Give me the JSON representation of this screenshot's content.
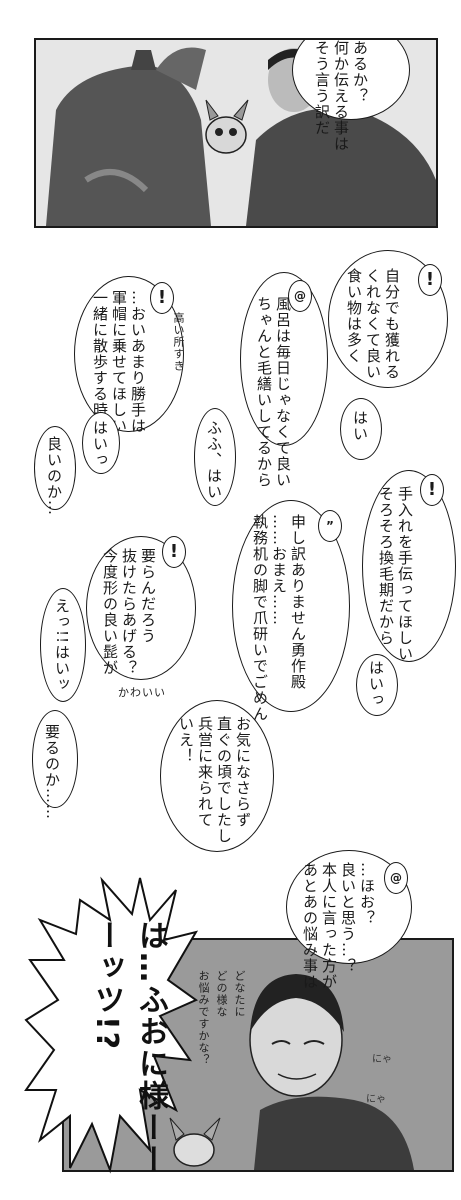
{
  "panel1": {
    "speech": [
      "そう言う訳だ",
      "何か伝える事は",
      "あるか？"
    ]
  },
  "middle": {
    "col1": [
      "食い物は多く",
      "くれなくて良い",
      "自分でも獲れる"
    ],
    "col1_reply": "はい",
    "col2": [
      "ちゃんと毛繕いしてるから",
      "風呂は毎日じゃなくて良い"
    ],
    "col2_reply": "ふふ、はい",
    "col3": [
      "一緒に散歩する時",
      "軍帽に乗せてほしい",
      "…おいあまり勝手は"
    ],
    "col3_note": "高い所すき",
    "col3_reply": "はいっ",
    "col3_reply2": "良いのか…",
    "col4": [
      "そろそろ換毛期だから",
      "手入れを手伝ってほしい"
    ],
    "col4_reply": "はいっ",
    "col5": [
      "執務机の脚で爪研いでごめん",
      "……おまえ……",
      "申し訳ありません勇作殿"
    ],
    "col6": [
      "今度形の良い髭が",
      "抜けたらあげる？",
      "要らんだろう"
    ],
    "col6_reply": "えっ!!はいッ",
    "col6_reply2": "要るのか……",
    "col6_note": "かわいい",
    "col7": [
      "いえ！",
      "兵営に来られて",
      "直ぐの頃でしたし",
      "お気になさらず"
    ]
  },
  "panel2": {
    "speech": [
      "あとあの悩み事は",
      "本人に言った方が",
      "良いと思う…？",
      "…ほお？"
    ],
    "shout": [
      "は…ふおに様ーーーッツ!?"
    ],
    "hand": [
      "どなたに",
      "どの様な",
      "お悩みですかな？"
    ],
    "nya1": "にゃ",
    "nya2": "にゃ"
  }
}
